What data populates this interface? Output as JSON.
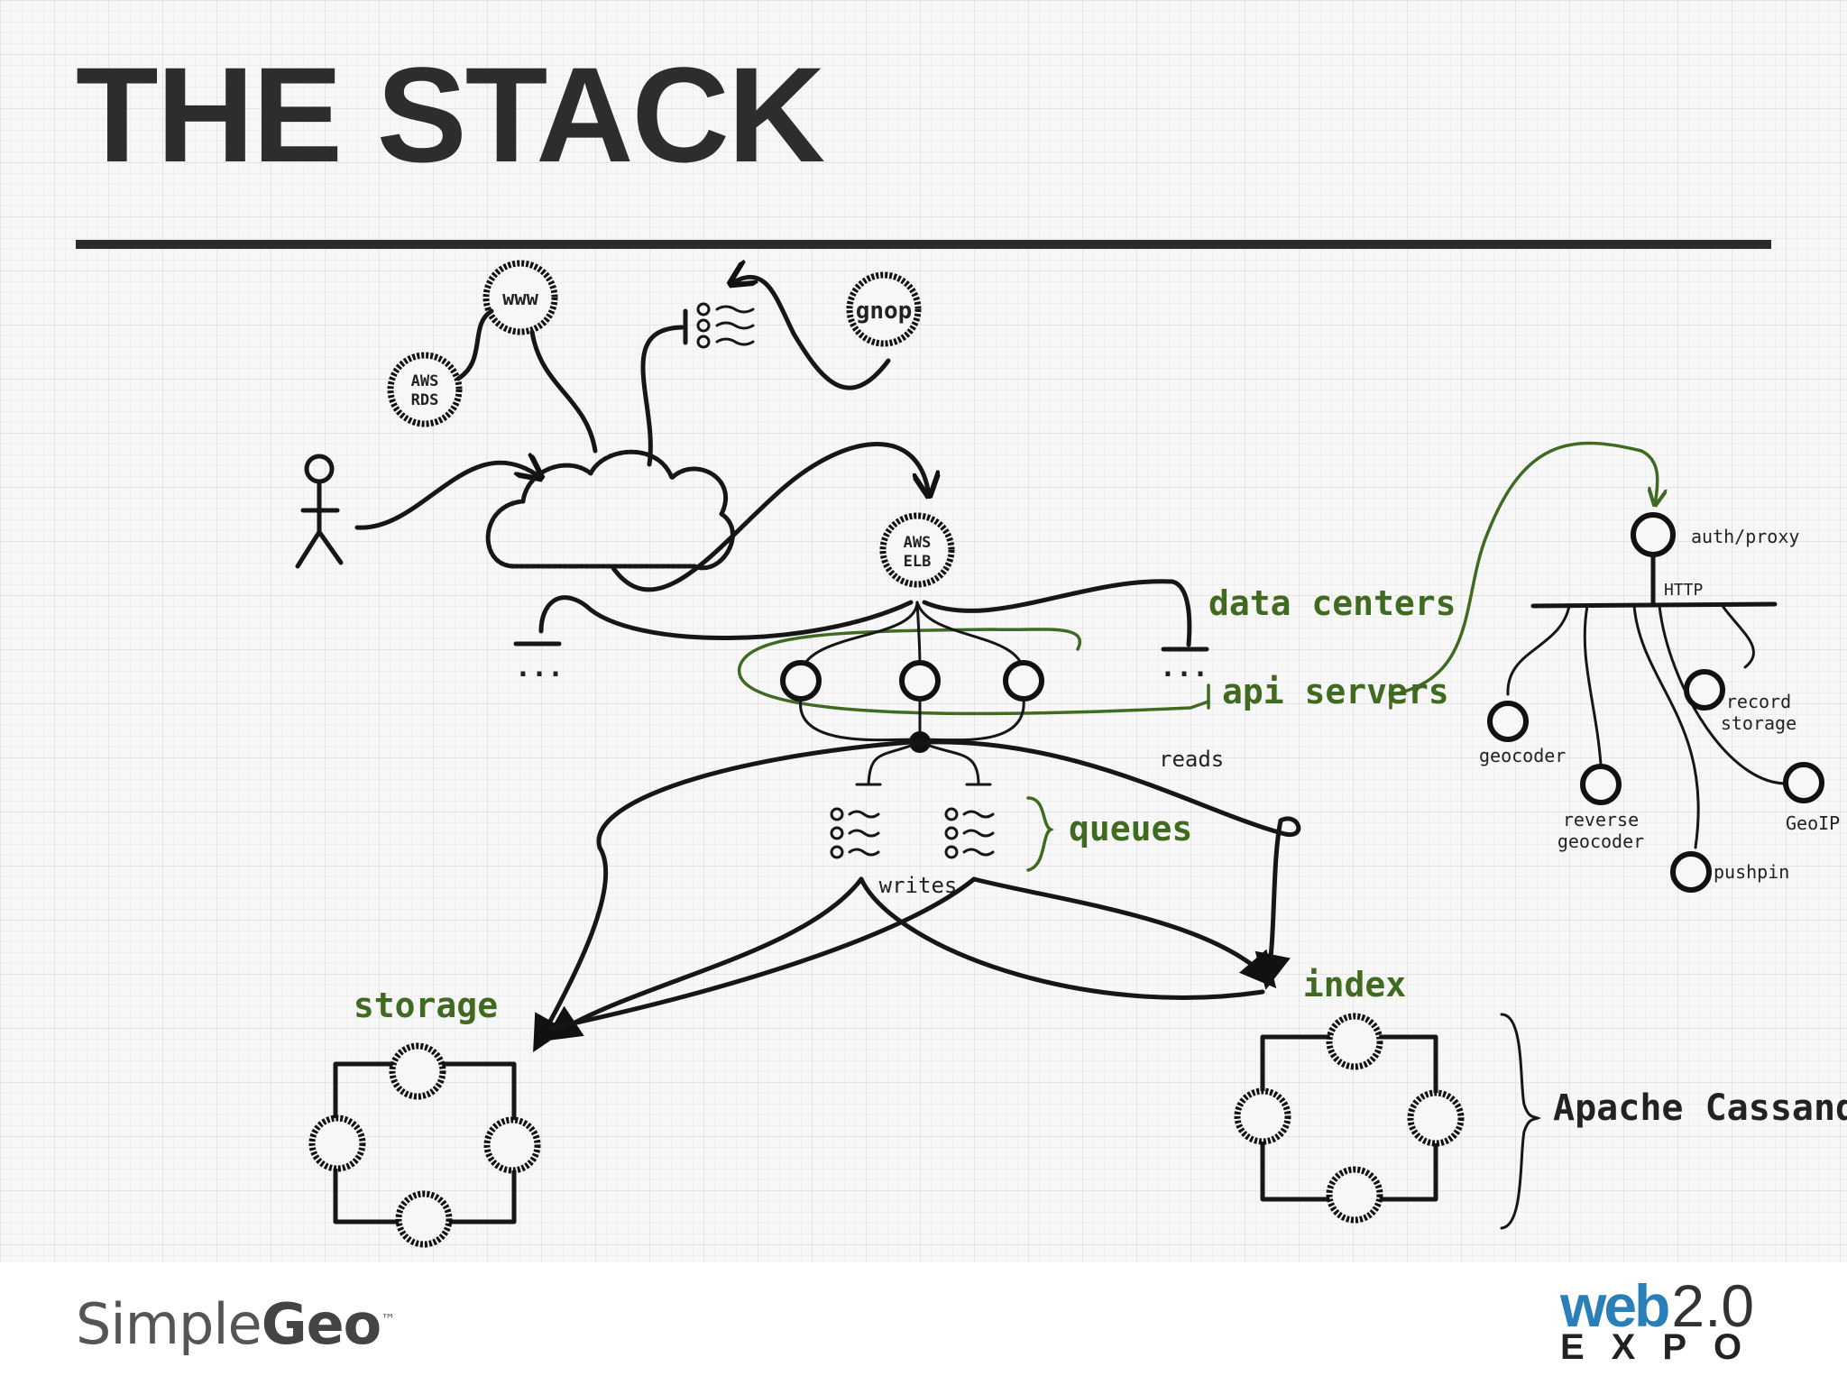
{
  "slide": {
    "title": "THE STACK"
  },
  "diagram": {
    "nodes": {
      "www": "www",
      "aws_rds": [
        "AWS",
        "RDS"
      ],
      "gnop": "gnop",
      "aws_elb": [
        "AWS",
        "ELB"
      ],
      "ellipsis_left": "...",
      "ellipsis_right": "..."
    },
    "labels": {
      "data_centers": "data centers",
      "api_servers": "api servers",
      "reads": "reads",
      "queues": "queues",
      "writes": "writes",
      "storage": "storage",
      "index": "index",
      "apache_cassandra": "Apache Cassandra"
    },
    "services": {
      "auth_proxy": "auth/proxy",
      "http": "HTTP",
      "geocoder": "geocoder",
      "reverse_geocoder": [
        "reverse",
        "geocoder"
      ],
      "record_storage": [
        "record",
        "storage"
      ],
      "pushpin": "pushpin",
      "geoip": "GeoIP"
    },
    "colors": {
      "ink": "#161616",
      "accent_green": "#3f6a20"
    }
  },
  "footer": {
    "left_logo": {
      "part1": "Simple",
      "part2": "Geo",
      "tm": "™"
    },
    "right_logo": {
      "web": "web",
      "version": "2.0",
      "expo": "EXPO",
      "web_color": "#2b7fb8"
    }
  }
}
